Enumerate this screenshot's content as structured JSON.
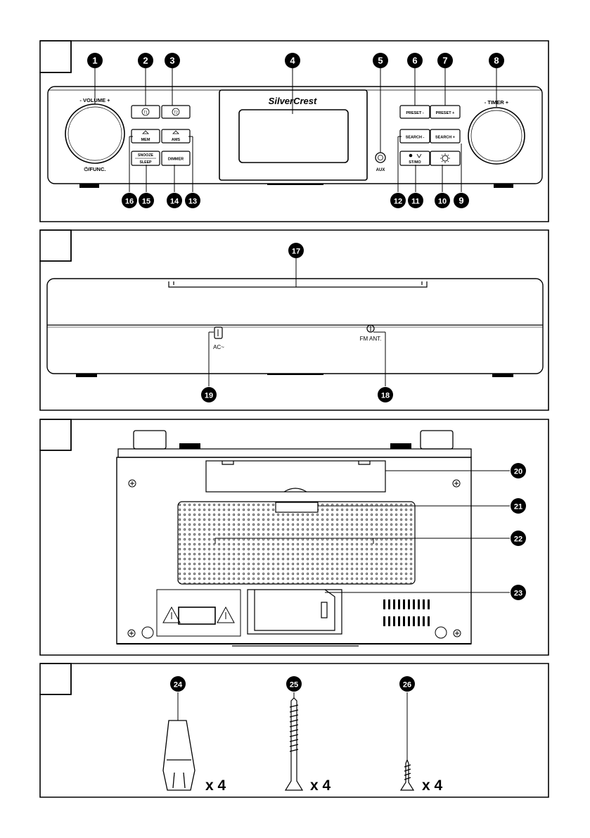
{
  "brand": "SilverCrest",
  "front": {
    "volume_label": "- VOLUME +",
    "func_label": "⏻/FUNC.",
    "timer_label": "- TIMER +",
    "aux_label": "AUX",
    "buttons": {
      "t1": "T1",
      "t2": "T2",
      "mem": "MEM",
      "ams": "AMS",
      "snooze": "SNOOZE",
      "sleep": "SLEEP",
      "dimmer": "DIMMER",
      "preset_minus": "PRESET -",
      "preset_plus": "PRESET +",
      "search_minus": "SEARCH -",
      "search_plus": "SEARCH +",
      "st_mo": "ST/MO"
    }
  },
  "back": {
    "ac_label": "AC~",
    "fm_ant_label": "FM ANT."
  },
  "accessories": {
    "qty_anchor": "x 4",
    "qty_long_screw": "x 4",
    "qty_short_screw": "x 4"
  },
  "callouts": [
    "1",
    "2",
    "3",
    "4",
    "5",
    "6",
    "7",
    "8",
    "9",
    "10",
    "11",
    "12",
    "13",
    "14",
    "15",
    "16",
    "17",
    "18",
    "19",
    "20",
    "21",
    "22",
    "23",
    "24",
    "25",
    "26"
  ]
}
